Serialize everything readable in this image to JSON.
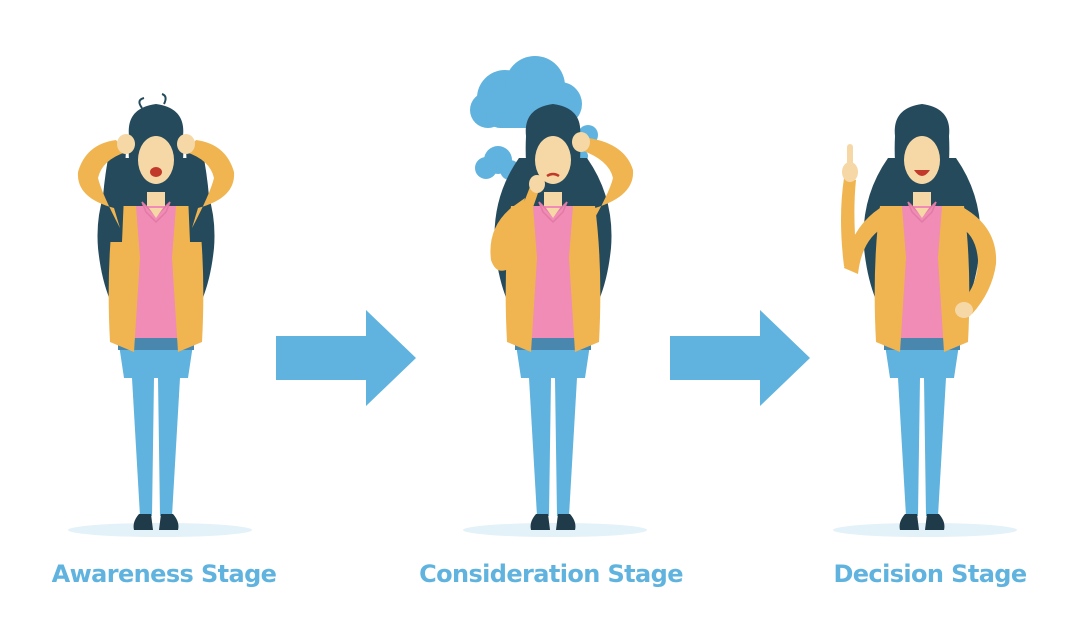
{
  "diagram": {
    "stages": [
      {
        "label": "Awareness Stage",
        "mood": "stressed"
      },
      {
        "label": "Consideration Stage",
        "mood": "thinking"
      },
      {
        "label": "Decision Stage",
        "mood": "idea"
      }
    ],
    "connectors": [
      {
        "from": "Awareness Stage",
        "to": "Consideration Stage",
        "icon": "arrow-right-icon"
      },
      {
        "from": "Consideration Stage",
        "to": "Decision Stage",
        "icon": "arrow-right-icon"
      }
    ],
    "icons": [
      "thought-cloud-icon",
      "arrow-right-icon"
    ],
    "colors": {
      "accent": "#5fb3de",
      "label": "#5fb3de",
      "hair": "#254a5c",
      "skin": "#f5d8a6",
      "cardigan": "#f0b551",
      "shirt": "#f08cb5",
      "jeans": "#5fb3de",
      "belt": "#4a87ae",
      "shoes": "#1f3a48",
      "shadow": "#e3f1f8"
    }
  }
}
